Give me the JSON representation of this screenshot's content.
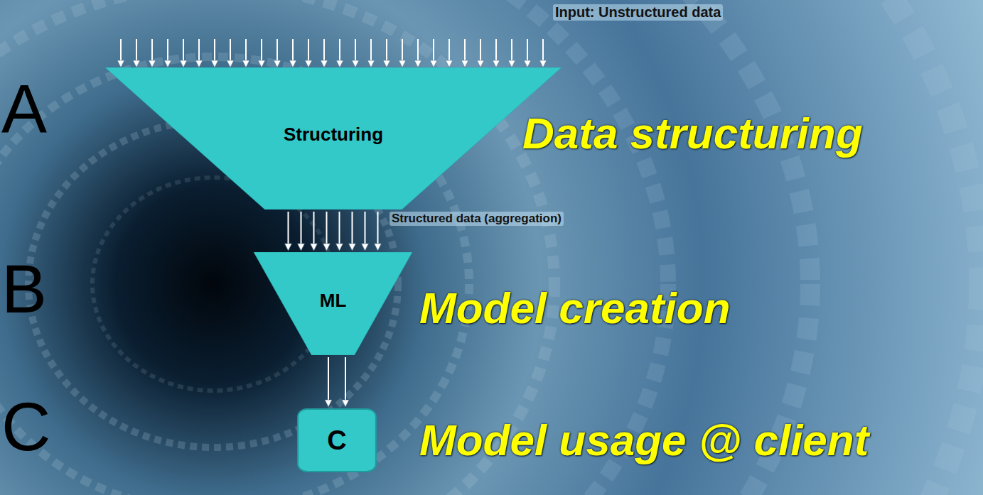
{
  "diagram": {
    "nodes": [
      {
        "text": [
          "Structuring"
        ]
      },
      {
        "text": [
          "ML"
        ]
      },
      {
        "text": [
          "C"
        ]
      }
    ],
    "edges": [
      {
        "from": 0,
        "to": 1,
        "arrow": "to"
      },
      {
        "from": 1,
        "to": 2,
        "arrow": "to"
      }
    ],
    "labels": [
      "Input: Unstructured data",
      "Structured data (aggregation)",
      "A",
      "B",
      "C",
      "Data structuring",
      "Model creation",
      "Model usage @ client"
    ]
  }
}
